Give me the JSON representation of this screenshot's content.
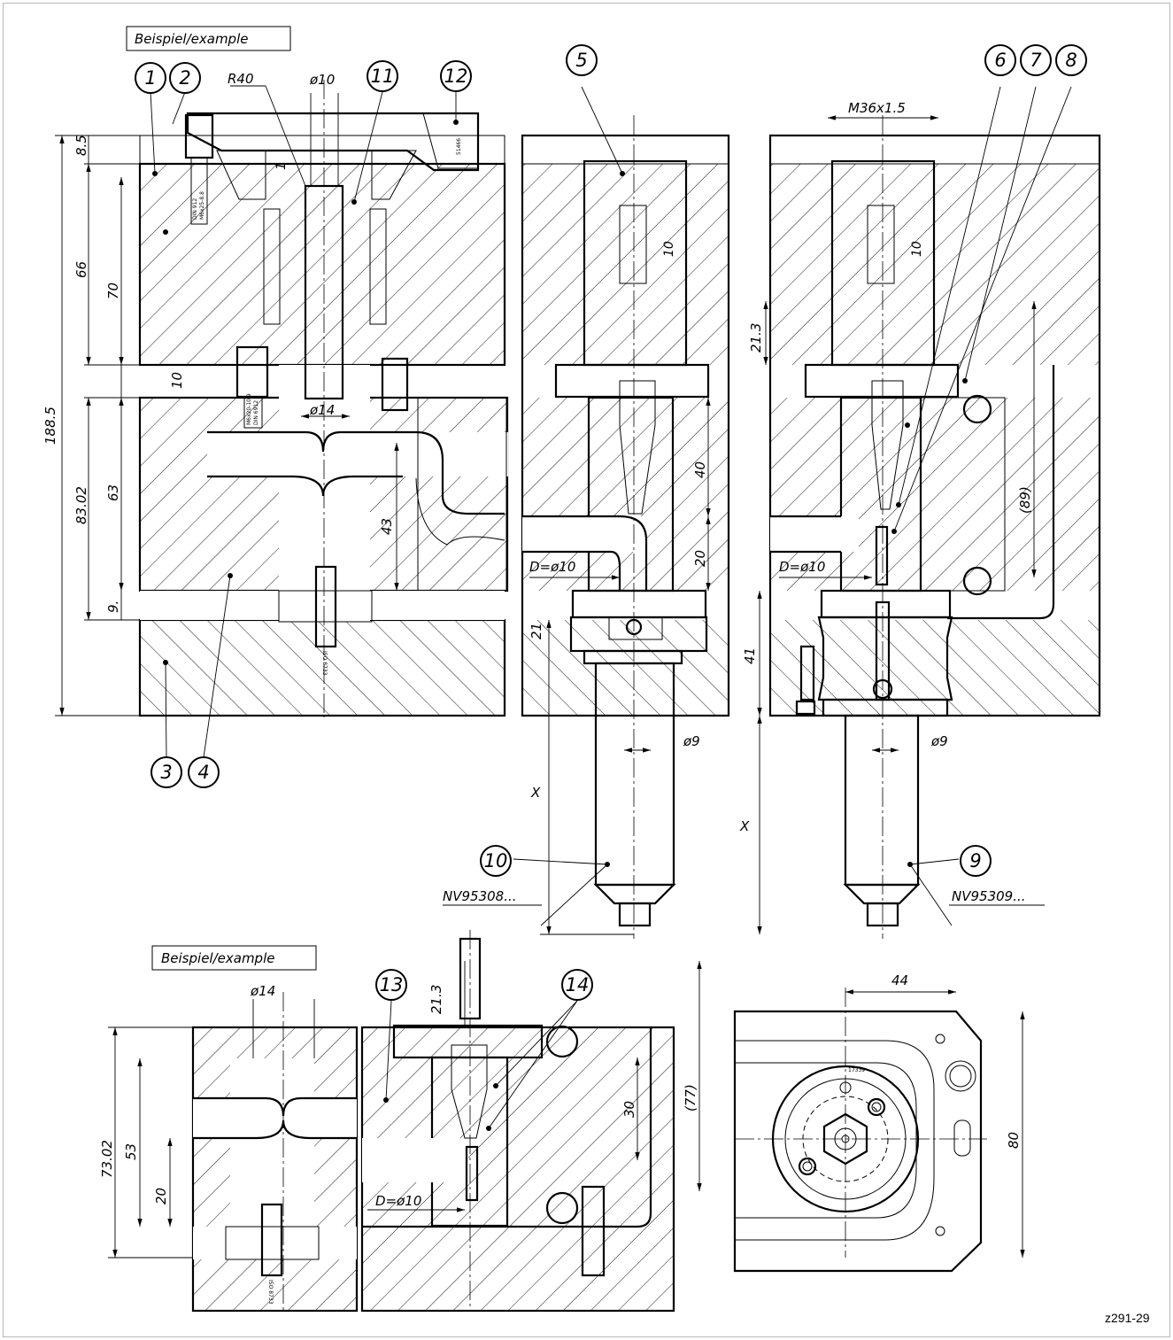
{
  "labels": {
    "example_top": "Beispiel/example",
    "example_bottom": "Beispiel/example",
    "drawing_ref": "z291-29",
    "part_nv95308": "NV95308...",
    "part_nv95309": "NV95309..."
  },
  "balloons": [
    "1",
    "2",
    "3",
    "4",
    "5",
    "6",
    "7",
    "8",
    "9",
    "10",
    "11",
    "12",
    "13",
    "14"
  ],
  "dimensions": {
    "d_8_5": "8.5",
    "d_66": "66",
    "d_70": "70",
    "d_10": "10",
    "d_188_5": "188.5",
    "d_83_02": "83.02",
    "d_63": "63",
    "d_9": "9.",
    "d_43": "43",
    "d_R40": "R40",
    "d_phi10_top": "ø10",
    "d_phi14": "ø14",
    "d_1": "1",
    "d_40": "40",
    "d_20_mid": "20",
    "d_D10_a": "D=ø10",
    "d_D10_b": "D=ø10",
    "d_D10_c": "D=ø10",
    "d_21": "21",
    "d_X_a": "X",
    "d_X_b": "X",
    "d_phi9_a": "ø9",
    "d_phi9_b": "ø9",
    "d_M36": "M36x1.5",
    "d_21_3_a": "21.3",
    "d_89": "(89)",
    "d_41": "41",
    "d_10_nozzle_a": "10",
    "d_10_nozzle_b": "10",
    "d_phi14_b": "ø14",
    "d_21_3_b": "21.3",
    "d_73_02": "73.02",
    "d_53": "53",
    "d_20_b": "20",
    "d_30": "30",
    "d_77": "(77)",
    "d_44": "44",
    "d_80": "80"
  },
  "part_markings": {
    "din912": "DIN 912",
    "m6x25": "M6x25-8.8",
    "m6x20": "M6x20-10.9",
    "din6912": "DIN 6912",
    "iso8733": "ISO 8733",
    "part_17339": "17339",
    "part_51466": "51466"
  },
  "colors": {
    "ink": "#000000",
    "frame": "#b8b8b8",
    "paper": "#ffffff"
  }
}
